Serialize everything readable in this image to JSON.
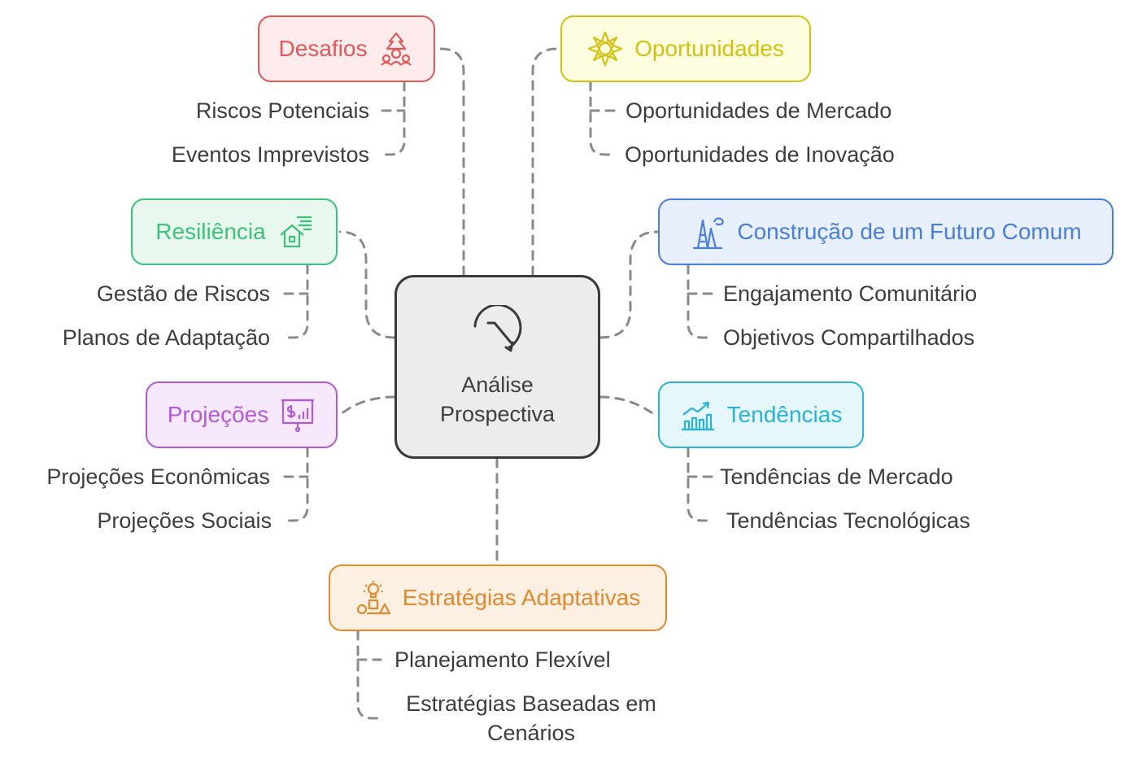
{
  "center": {
    "label": "Análise Prospectiva",
    "icon": "refresh-arrow-icon"
  },
  "branches": [
    {
      "id": "desafios",
      "label": "Desafios",
      "icon": "alert-people-icon",
      "color": "#e05a5a",
      "bg": "#fdeceb",
      "items": [
        "Riscos Potenciais",
        "Eventos Imprevistos"
      ]
    },
    {
      "id": "oportunidades",
      "label": "Oportunidades",
      "icon": "gear-burst-icon",
      "color": "#d4c010",
      "bg": "#fffde0",
      "items": [
        "Oportunidades de Mercado",
        "Oportunidades de Inovação"
      ]
    },
    {
      "id": "resiliencia",
      "label": "Resiliência",
      "icon": "house-wind-icon",
      "color": "#3cc27a",
      "bg": "#e8f8ef",
      "items": [
        "Gestão de Riscos",
        "Planos de Adaptação"
      ]
    },
    {
      "id": "construcao",
      "label": "Construção de um Futuro Comum",
      "icon": "cityscape-icon",
      "color": "#4a7fd9",
      "bg": "#e8f0fd",
      "items": [
        "Engajamento Comunitário",
        "Objetivos Compartilhados"
      ]
    },
    {
      "id": "projecoes",
      "label": "Projeções",
      "icon": "presentation-board-icon",
      "color": "#b45ad6",
      "bg": "#f6e8fd",
      "items": [
        "Projeções Econômicas",
        "Projeções Sociais"
      ]
    },
    {
      "id": "tendencias",
      "label": "Tendências",
      "icon": "trend-chart-icon",
      "color": "#2ab3d9",
      "bg": "#e6f7fc",
      "items": [
        "Tendências de Mercado",
        "Tendências Tecnológicas"
      ]
    },
    {
      "id": "estrategias",
      "label": "Estratégias Adaptativas",
      "icon": "idea-shapes-icon",
      "color": "#e08a30",
      "bg": "#fdf0e3",
      "items": [
        "Planejamento Flexível",
        "Estratégias Baseadas em Cenários"
      ]
    }
  ]
}
